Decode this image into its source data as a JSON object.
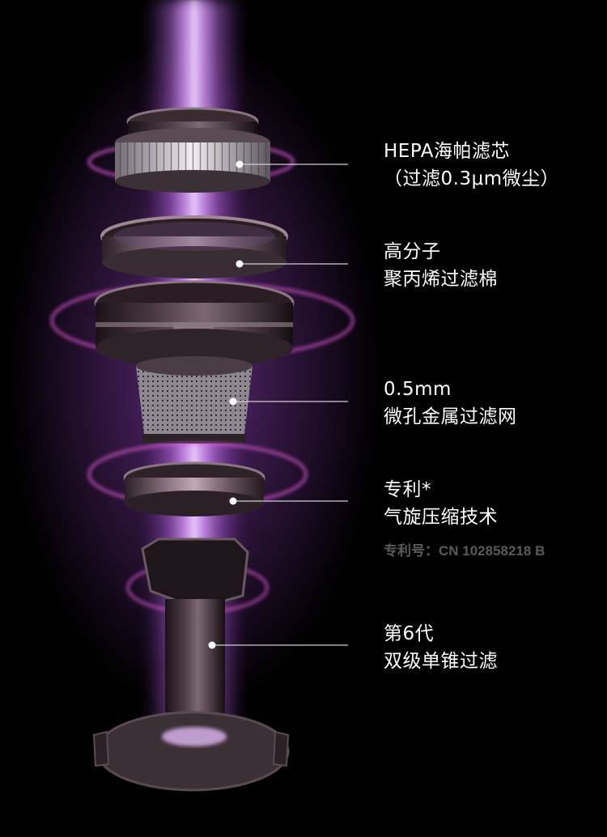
{
  "callouts": [
    {
      "line1": "HEPA海帕滤芯",
      "line2": "（过滤0.3μm微尘）"
    },
    {
      "line1": "高分子",
      "line2": "聚丙烯过滤棉"
    },
    {
      "line1": "0.5mm",
      "line2": "微孔金属过滤网"
    },
    {
      "line1": "专利*",
      "line2": "气旋压缩技术"
    },
    {
      "line1": "第6代",
      "line2": "双级单锥过滤"
    }
  ],
  "patent_note": "专利号：CN 102858218 B",
  "colors": {
    "background": "#000000",
    "glow": "#c46cf0",
    "ring": "#d84fd0",
    "metal": "#6a5560",
    "text": "#ffffff",
    "note": "#5a5a5a"
  }
}
